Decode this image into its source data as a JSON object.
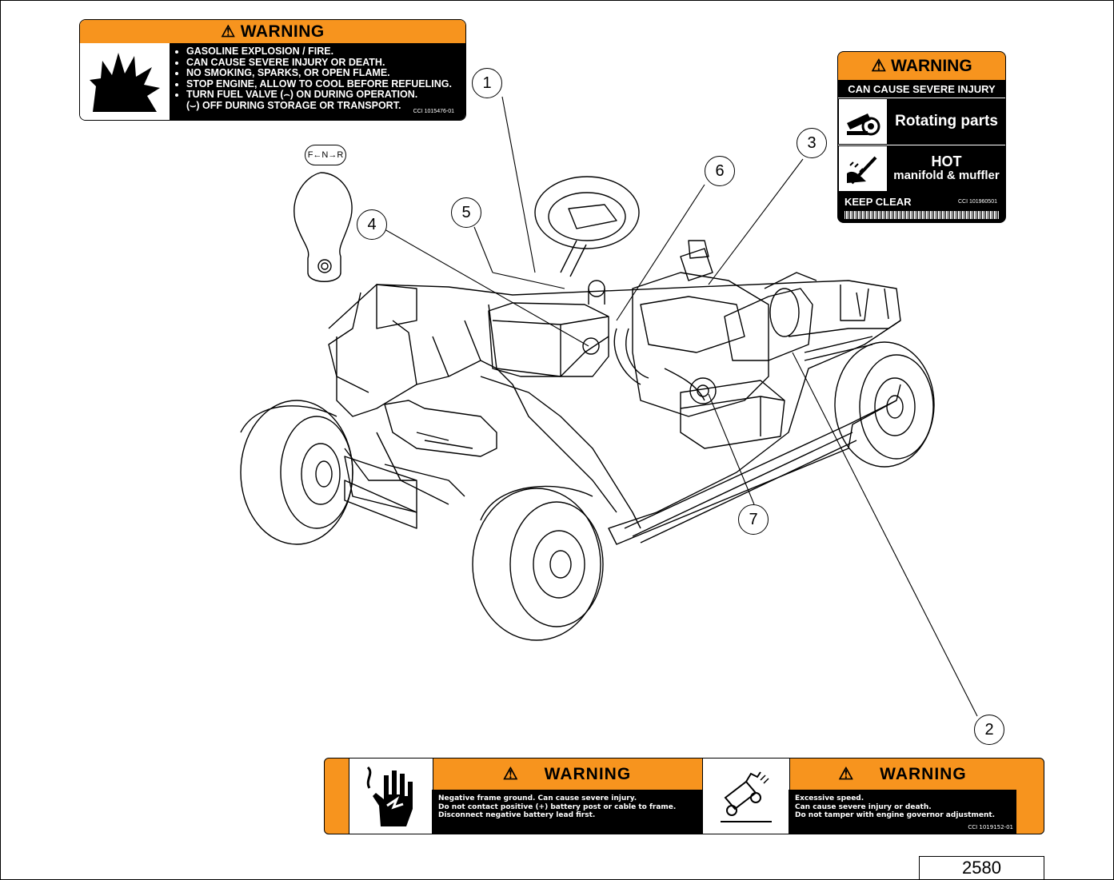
{
  "warning_fuel": {
    "header": "WARNING",
    "lines": [
      "GASOLINE EXPLOSION / FIRE.",
      "CAN CAUSE SEVERE INJURY OR DEATH.",
      "NO SMOKING, SPARKS, OR OPEN FLAME.",
      "STOP ENGINE, ALLOW TO COOL BEFORE REFUELING.",
      "TURN FUEL VALVE (⌢) ON DURING OPERATION."
    ],
    "line_last": "(⌣) OFF DURING STORAGE OR TRANSPORT.",
    "code": "CCI 1015476-01",
    "icon": "explosion-icon"
  },
  "warning_rotating": {
    "header": "WARNING",
    "subheader": "CAN CAUSE SEVERE INJURY",
    "row1": "Rotating parts",
    "row2_line1": "HOT",
    "row2_line2": "manifold & muffler",
    "footer": "KEEP CLEAR",
    "code": "CCI 101960501",
    "icons": [
      "rotating-parts-icon",
      "hot-surface-icon"
    ]
  },
  "shift_decal": {
    "text": "F←N→R"
  },
  "callouts": [
    "1",
    "2",
    "3",
    "4",
    "5",
    "6",
    "7"
  ],
  "warning_bottom": {
    "left": {
      "header": "WARNING",
      "lines": [
        "Negative frame ground.  Can cause severe injury.",
        "Do not contact positive (+) battery post or cable to frame.",
        "Disconnect negative battery lead first."
      ],
      "icon": "electric-shock-hand-icon"
    },
    "right": {
      "header": "WARNING",
      "lines": [
        "Excessive speed.",
        "Can cause severe injury or death.",
        "Do not tamper with engine governor adjustment."
      ],
      "code": "CCI 1019152-01",
      "icon": "vehicle-tipping-icon"
    }
  },
  "figure_number": "2580",
  "colors": {
    "orange": "#f7941e",
    "black": "#000000"
  }
}
